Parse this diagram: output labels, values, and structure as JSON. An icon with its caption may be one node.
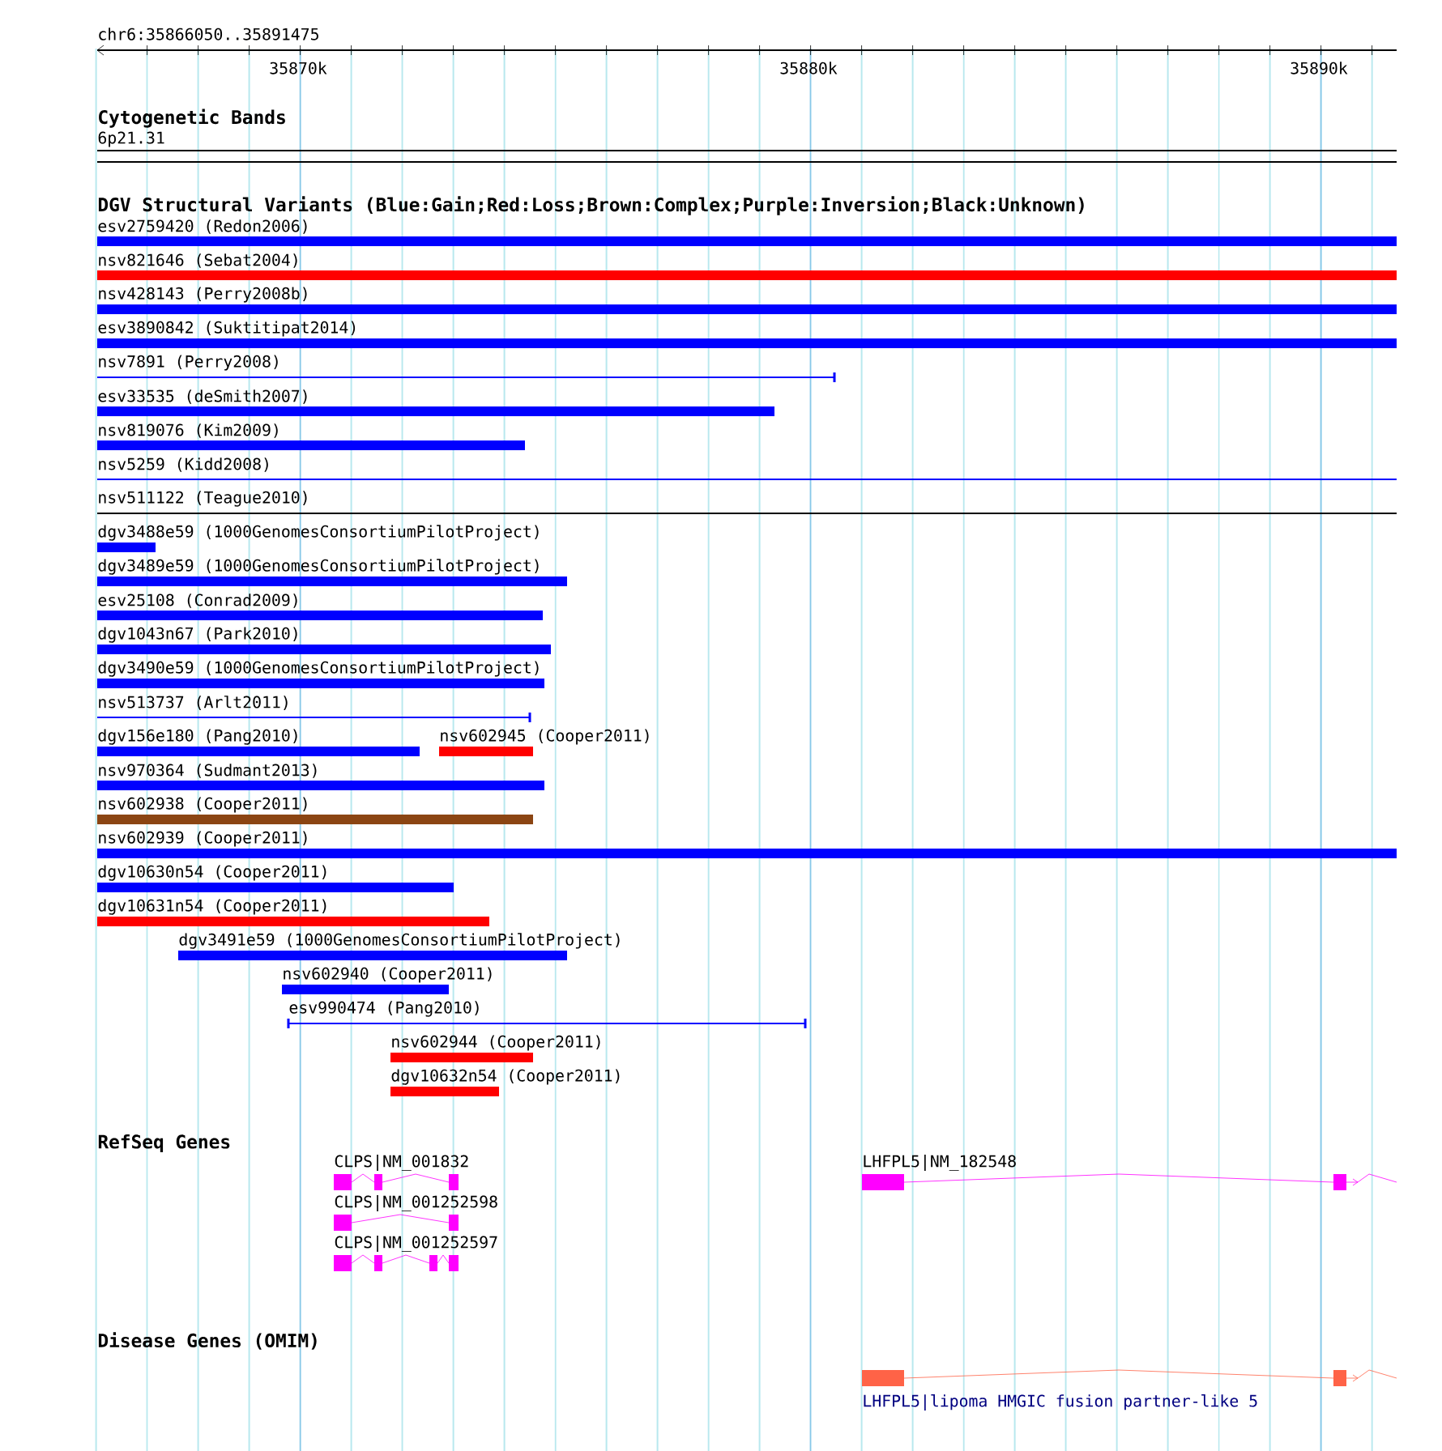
{
  "diagram": {
    "labels": [
      "chr6:35866050..35891475",
      "35870k",
      "35880k",
      "35890k",
      "Cytogenetic Bands",
      "6p21.31",
      "DGV Structural Variants (Blue:Gain;Red:Loss;Brown:Complex;Purple:Inversion;Black:Unknown)",
      "esv2759420 (Redon2006)",
      "nsv821646 (Sebat2004)",
      "nsv428143 (Perry2008b)",
      "esv3890842 (Suktitipat2014)",
      "nsv7891 (Perry2008)",
      "esv33535 (deSmith2007)",
      "nsv819076 (Kim2009)",
      "nsv5259 (Kidd2008)",
      "nsv511122 (Teague2010)",
      "dgv3488e59 (1000GenomesConsortiumPilotProject)",
      "dgv3489e59 (1000GenomesConsortiumPilotProject)",
      "esv25108 (Conrad2009)",
      "dgv1043n67 (Park2010)",
      "dgv3490e59 (1000GenomesConsortiumPilotProject)",
      "nsv513737 (Arlt2011)",
      "dgv156e180 (Pang2010)",
      "nsv602945 (Cooper2011)",
      "nsv970364 (Sudmant2013)",
      "nsv602938 (Cooper2011)",
      "nsv602939 (Cooper2011)",
      "dgv10630n54 (Cooper2011)",
      "dgv10631n54 (Cooper2011)",
      "dgv3491e59 (1000GenomesConsortiumPilotProject)",
      "nsv602940 (Cooper2011)",
      "esv990474 (Pang2010)",
      "nsv602944 (Cooper2011)",
      "dgv10632n54 (Cooper2011)",
      "RefSeq Genes",
      "CLPS|NM_001832",
      "LHFPL5|NM_182548",
      "CLPS|NM_001252598",
      "CLPS|NM_001252597",
      "Disease Genes (OMIM)",
      "LHFPL5|lipoma HMGIC fusion partner-like 5"
    ]
  }
}
